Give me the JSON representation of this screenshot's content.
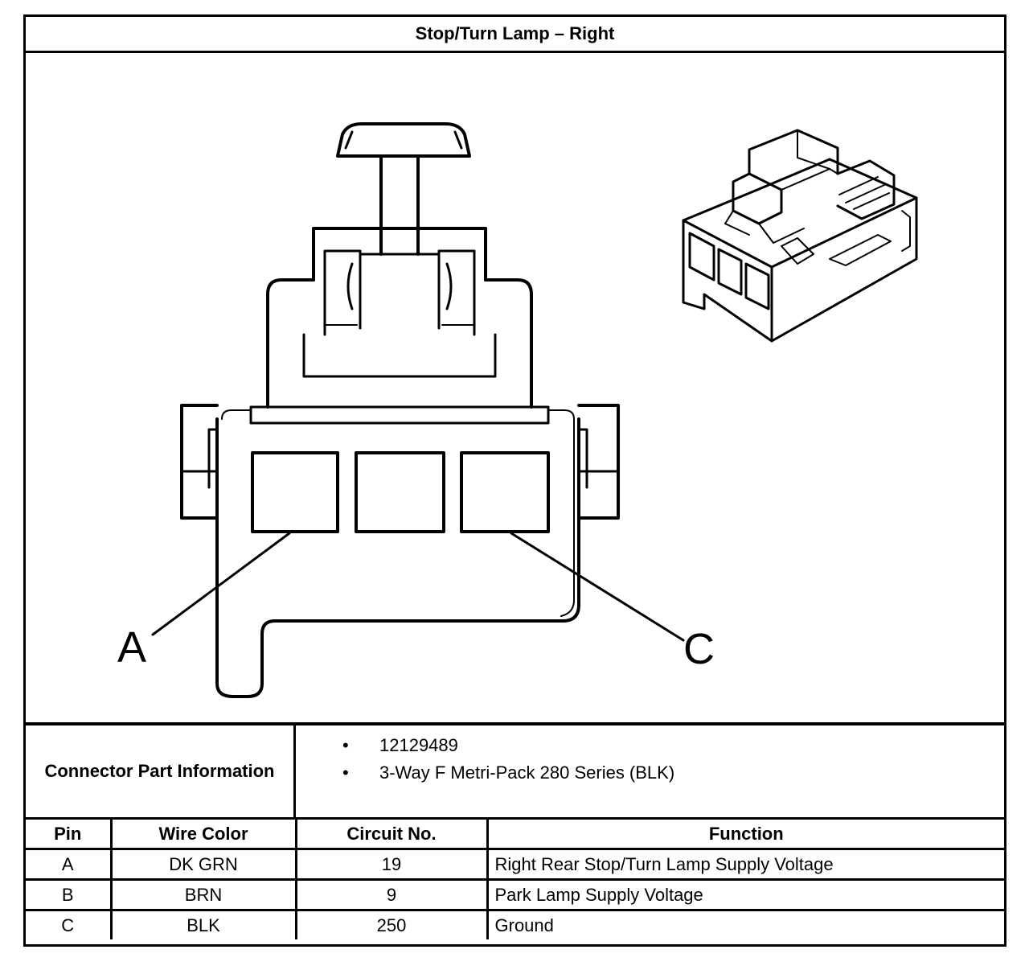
{
  "title": "Stop/Turn Lamp – Right",
  "diagram": {
    "label_a": "A",
    "label_c": "C"
  },
  "connector_info": {
    "label": "Connector Part Information",
    "items": [
      "12129489",
      "3-Way F Metri-Pack 280 Series (BLK)"
    ]
  },
  "pin_table": {
    "headers": [
      "Pin",
      "Wire Color",
      "Circuit No.",
      "Function"
    ],
    "rows": [
      {
        "pin": "A",
        "wire_color": "DK GRN",
        "circuit": "19",
        "function": "Right Rear Stop/Turn Lamp Supply Voltage"
      },
      {
        "pin": "B",
        "wire_color": "BRN",
        "circuit": "9",
        "function": "Park Lamp Supply Voltage"
      },
      {
        "pin": "C",
        "wire_color": "BLK",
        "circuit": "250",
        "function": "Ground"
      }
    ]
  }
}
